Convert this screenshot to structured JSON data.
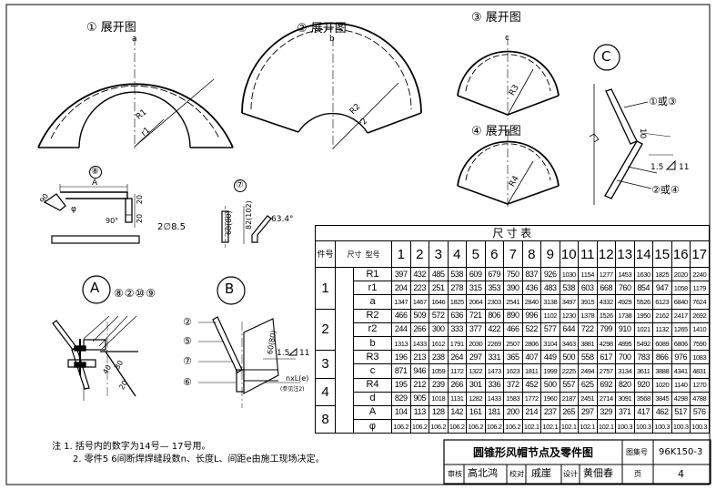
{
  "views": {
    "v1": "① 展开图",
    "v2": "② 展开图",
    "v3": "③ 展开图",
    "v4": "④ 展开图",
    "detailC": "C",
    "detailA": "A",
    "detailB": "B",
    "part8": "⑧",
    "part7": "⑦"
  },
  "dims": {
    "a": "a",
    "b": "b",
    "c": "c",
    "d": "d",
    "R1": "R1",
    "r1": "r1",
    "R2": "R2",
    "r2": "r2",
    "R3": "R3",
    "R4": "R4",
    "A": "A",
    "phi": "φ",
    "d90": "90",
    "d20": "20",
    "d20b": "20",
    "ang90": "90°",
    "rod": "2∅8.5",
    "h60": "60(80)",
    "h82": "82(102)",
    "ang634": "63.4°",
    "c10": "10",
    "weld15": "1.5",
    "weld11": "11",
    "c1or3": "①或③",
    "c2or4": "②或④",
    "a_callouts": "⑧②⑩⑨",
    "d40": "40",
    "d30": "30",
    "d20c": "20",
    "b_2": "②",
    "b_5": "⑤",
    "b_7": "⑦",
    "b_6": "⑥",
    "b_dim": "60(80)",
    "b_weld": "1.5",
    "b_weld11": "11",
    "b_seg": "nxL(e)",
    "b_seg2": "(参见注2)"
  },
  "notes": {
    "n1": "注  1. 括号内的数字为14号— 17号用。",
    "n2": "2. 零件5 6间断焊焊缝段数n、长度L、间距e由施工现场决定。"
  },
  "table": {
    "title": "尺  寸  表",
    "col_part": "件号",
    "col_no": "型号",
    "col_size": "尺寸",
    "models": [
      "1",
      "2",
      "3",
      "4",
      "5",
      "6",
      "7",
      "8",
      "9",
      "10",
      "11",
      "12",
      "13",
      "14",
      "15",
      "16",
      "17"
    ],
    "groups": [
      {
        "part": "1",
        "rows": [
          {
            "sym": "R1",
            "values": [
              "397",
              "432",
              "485",
              "538",
              "609",
              "679",
              "750",
              "837",
              "926",
              "1030",
              "1154",
              "1277",
              "1453",
              "1630",
              "1825",
              "2020",
              "2240"
            ]
          },
          {
            "sym": "r1",
            "values": [
              "204",
              "223",
              "251",
              "278",
              "315",
              "353",
              "390",
              "436",
              "483",
              "538",
              "603",
              "668",
              "760",
              "854",
              "947",
              "1058",
              "1179"
            ]
          },
          {
            "sym": "a",
            "values": [
              "1347",
              "1467",
              "1646",
              "1825",
              "2064",
              "2303",
              "2541",
              "2840",
              "3138",
              "3497",
              "3915",
              "4332",
              "4929",
              "5526",
              "6123",
              "6840",
              "7624"
            ]
          }
        ]
      },
      {
        "part": "2",
        "rows": [
          {
            "sym": "R2",
            "values": [
              "466",
              "509",
              "572",
              "636",
              "721",
              "806",
              "890",
              "996",
              "1102",
              "1230",
              "1378",
              "1526",
              "1738",
              "1950",
              "2162",
              "2417",
              "2692"
            ]
          },
          {
            "sym": "r2",
            "values": [
              "244",
              "266",
              "300",
              "333",
              "377",
              "422",
              "466",
              "522",
              "577",
              "644",
              "722",
              "799",
              "910",
              "1021",
              "1132",
              "1265",
              "1410"
            ]
          },
          {
            "sym": "b",
            "values": [
              "1313",
              "1433",
              "1612",
              "1791",
              "2030",
              "2269",
              "2507",
              "2806",
              "3104",
              "3463",
              "3881",
              "4298",
              "4895",
              "5492",
              "6089",
              "6806",
              "7590"
            ]
          }
        ]
      },
      {
        "part": "3",
        "rows": [
          {
            "sym": "R3",
            "values": [
              "196",
              "213",
              "238",
              "264",
              "297",
              "331",
              "365",
              "407",
              "449",
              "500",
              "558",
              "617",
              "700",
              "783",
              "866",
              "976",
              "1083"
            ]
          },
          {
            "sym": "c",
            "values": [
              "871",
              "946",
              "1059",
              "1172",
              "1322",
              "1473",
              "1623",
              "1811",
              "1999",
              "2225",
              "2494",
              "2757",
              "3134",
              "3611",
              "3888",
              "4341",
              "4831"
            ]
          }
        ]
      },
      {
        "part": "4",
        "rows": [
          {
            "sym": "R4",
            "values": [
              "195",
              "212",
              "239",
              "266",
              "301",
              "336",
              "372",
              "452",
              "500",
              "557",
              "625",
              "692",
              "820",
              "920",
              "1020",
              "1140",
              "1270"
            ]
          },
          {
            "sym": "d",
            "values": [
              "829",
              "905",
              "1018",
              "1131",
              "1282",
              "1433",
              "1583",
              "1772",
              "1960",
              "2187",
              "2451",
              "2714",
              "3091",
              "3568",
              "3845",
              "4298",
              "4788"
            ]
          }
        ]
      },
      {
        "part": "8",
        "rows": [
          {
            "sym": "A",
            "values": [
              "104",
              "113",
              "128",
              "142",
              "161",
              "181",
              "200",
              "214",
              "237",
              "265",
              "297",
              "329",
              "371",
              "417",
              "462",
              "517",
              "576"
            ]
          },
          {
            "sym": "φ",
            "values": [
              "106.2",
              "106.2",
              "106.2",
              "106.2",
              "106.2",
              "106.2",
              "106.2",
              "102.1",
              "102.1",
              "102.1",
              "102.1",
              "102.1",
              "100.3",
              "100.3",
              "100.3",
              "100.3",
              "100.3"
            ]
          }
        ]
      }
    ]
  },
  "title_block": {
    "title": "圆锥形风帽节点及零件图",
    "atlas_label": "图集号",
    "atlas_no": "96K150-3",
    "review_label": "审核",
    "review_sig": "高北鸿",
    "check_label": "校对",
    "check_sig": "戚崖",
    "design_label": "设计",
    "design_sig": "黄佃春",
    "page_label": "页",
    "page_no": "4"
  }
}
